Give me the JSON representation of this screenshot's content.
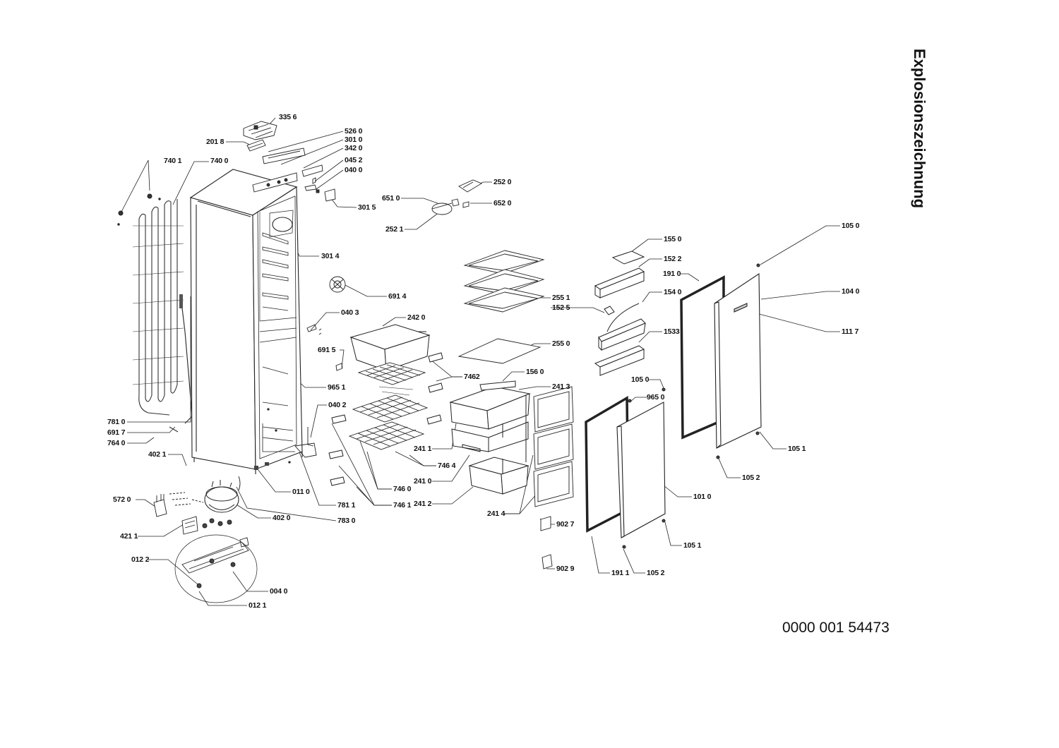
{
  "title": "Explosionszeichnung",
  "document_number": "0000 001 54473",
  "callouts": {
    "c3356": "335 6",
    "c2018": "201 8",
    "c5260": "526 0",
    "c3010": "301 0",
    "c3420": "342 0",
    "c0452": "045 2",
    "c0400": "040 0",
    "c3015": "301 5",
    "c7401": "740 1",
    "c7400": "740 0",
    "c3014": "301 4",
    "c6914": "691 4",
    "c0403": "040 3",
    "c2420": "242 0",
    "c6915": "691 5",
    "c9651": "965 1",
    "c7462": "7462",
    "c7810": "781 0",
    "c6917": "691 7",
    "c7640": "764 0",
    "c4021": "402 1",
    "c0402": "040 2",
    "c0110": "011 0",
    "c7811": "781 1",
    "c7460": "746 0",
    "c7461": "746 1",
    "c7464": "746 4",
    "c5720": "572 0",
    "c4020": "402 0",
    "c7830": "783 0",
    "c4211": "421 1",
    "c0122": "012 2",
    "c0040": "004 0",
    "c0121": "012 1",
    "c2520": "252 0",
    "c6510": "651 0",
    "c6520": "652 0",
    "c2521": "252 1",
    "c2551": "255 1",
    "c1525": "152 5",
    "c2550": "255 0",
    "c1560": "156 0",
    "c2413": "241 3",
    "c2411": "241 1",
    "c2410": "241 0",
    "c2412": "241 2",
    "c2414": "241 4",
    "c9027": "902 7",
    "c9029": "902 9",
    "c1550": "155 0",
    "c1522": "152 2",
    "c1540": "154 0",
    "c1533": "1533",
    "c1910": "191 0",
    "c1050a": "105 0",
    "c1040": "104 0",
    "c1117": "111 7",
    "c1050b": "105 0",
    "c9650": "965 0",
    "c1051a": "105 1",
    "c1052a": "105 2",
    "c1010": "101 0",
    "c1051b": "105 1",
    "c1911": "191 1",
    "c1052b": "105 2"
  }
}
